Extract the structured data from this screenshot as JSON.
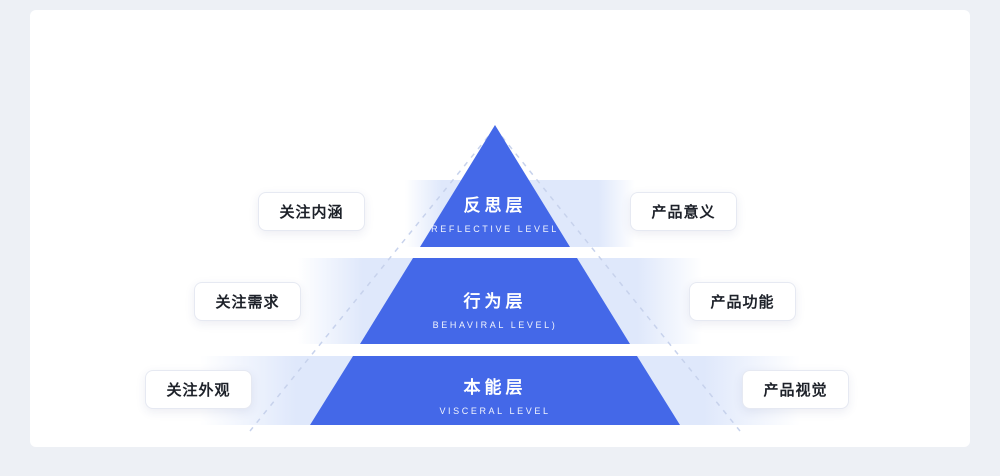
{
  "theme": {
    "background-color": "#edf0f5",
    "panel-color": "#ffffff",
    "pyramid-color": "#4468e8",
    "band-color": "#dfe8fb",
    "dash-color": "#c7d2ec",
    "box-border": "#e6e9f2",
    "text-dark": "#1d2129",
    "text-on-pyramid": "#ffffff"
  },
  "diagram": {
    "type": "pyramid",
    "tiers": [
      {
        "title": "反思层",
        "subtitle": "REFLECTIVE LEVEL",
        "left_label": "关注内涵",
        "right_label": "产品意义"
      },
      {
        "title": "行为层",
        "subtitle": "BEHAVIRAL LEVEL)",
        "left_label": "关注需求",
        "right_label": "产品功能"
      },
      {
        "title": "本能层",
        "subtitle": "VISCERAL LEVEL",
        "left_label": "关注外观",
        "right_label": "产品视觉"
      }
    ]
  }
}
